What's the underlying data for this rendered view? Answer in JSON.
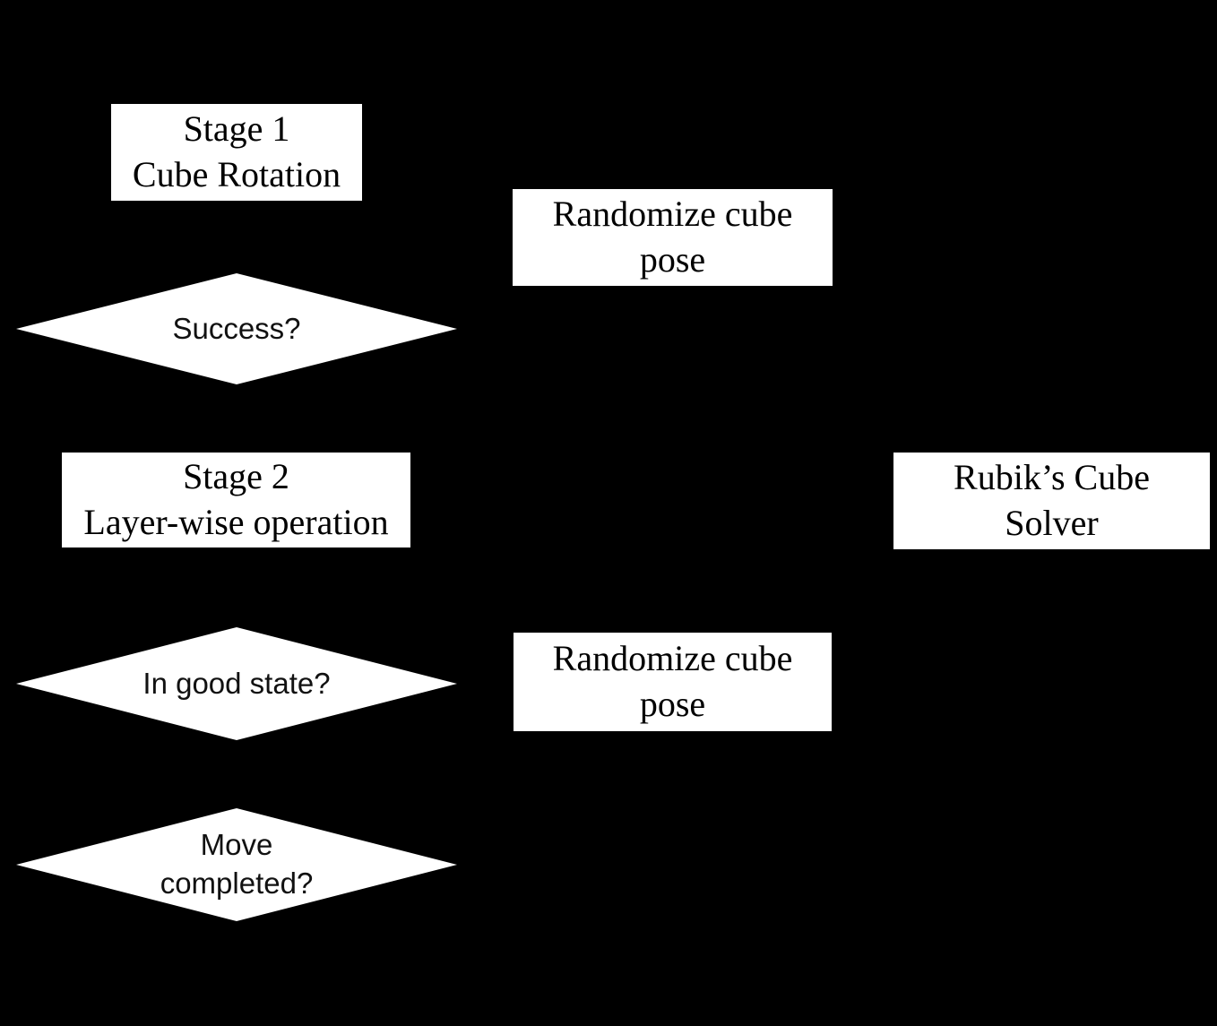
{
  "diagram": {
    "background_color": "#000000",
    "node_fill_color": "#ffffff",
    "node_text_color": "#000000",
    "nodes": {
      "stage1": {
        "line1": "Stage 1",
        "line2": "Cube Rotation"
      },
      "randomize_top": {
        "line1": "Randomize cube",
        "line2": "pose"
      },
      "success": {
        "line1": "Success?"
      },
      "stage2": {
        "line1": "Stage 2",
        "line2": "Layer-wise operation"
      },
      "solver": {
        "line1": "Rubik’s Cube",
        "line2": "Solver"
      },
      "in_good_state": {
        "line1": "In good state?"
      },
      "randomize_bottom": {
        "line1": "Randomize cube",
        "line2": "pose"
      },
      "move_completed": {
        "line1": "Move",
        "line2": "completed?"
      }
    }
  }
}
